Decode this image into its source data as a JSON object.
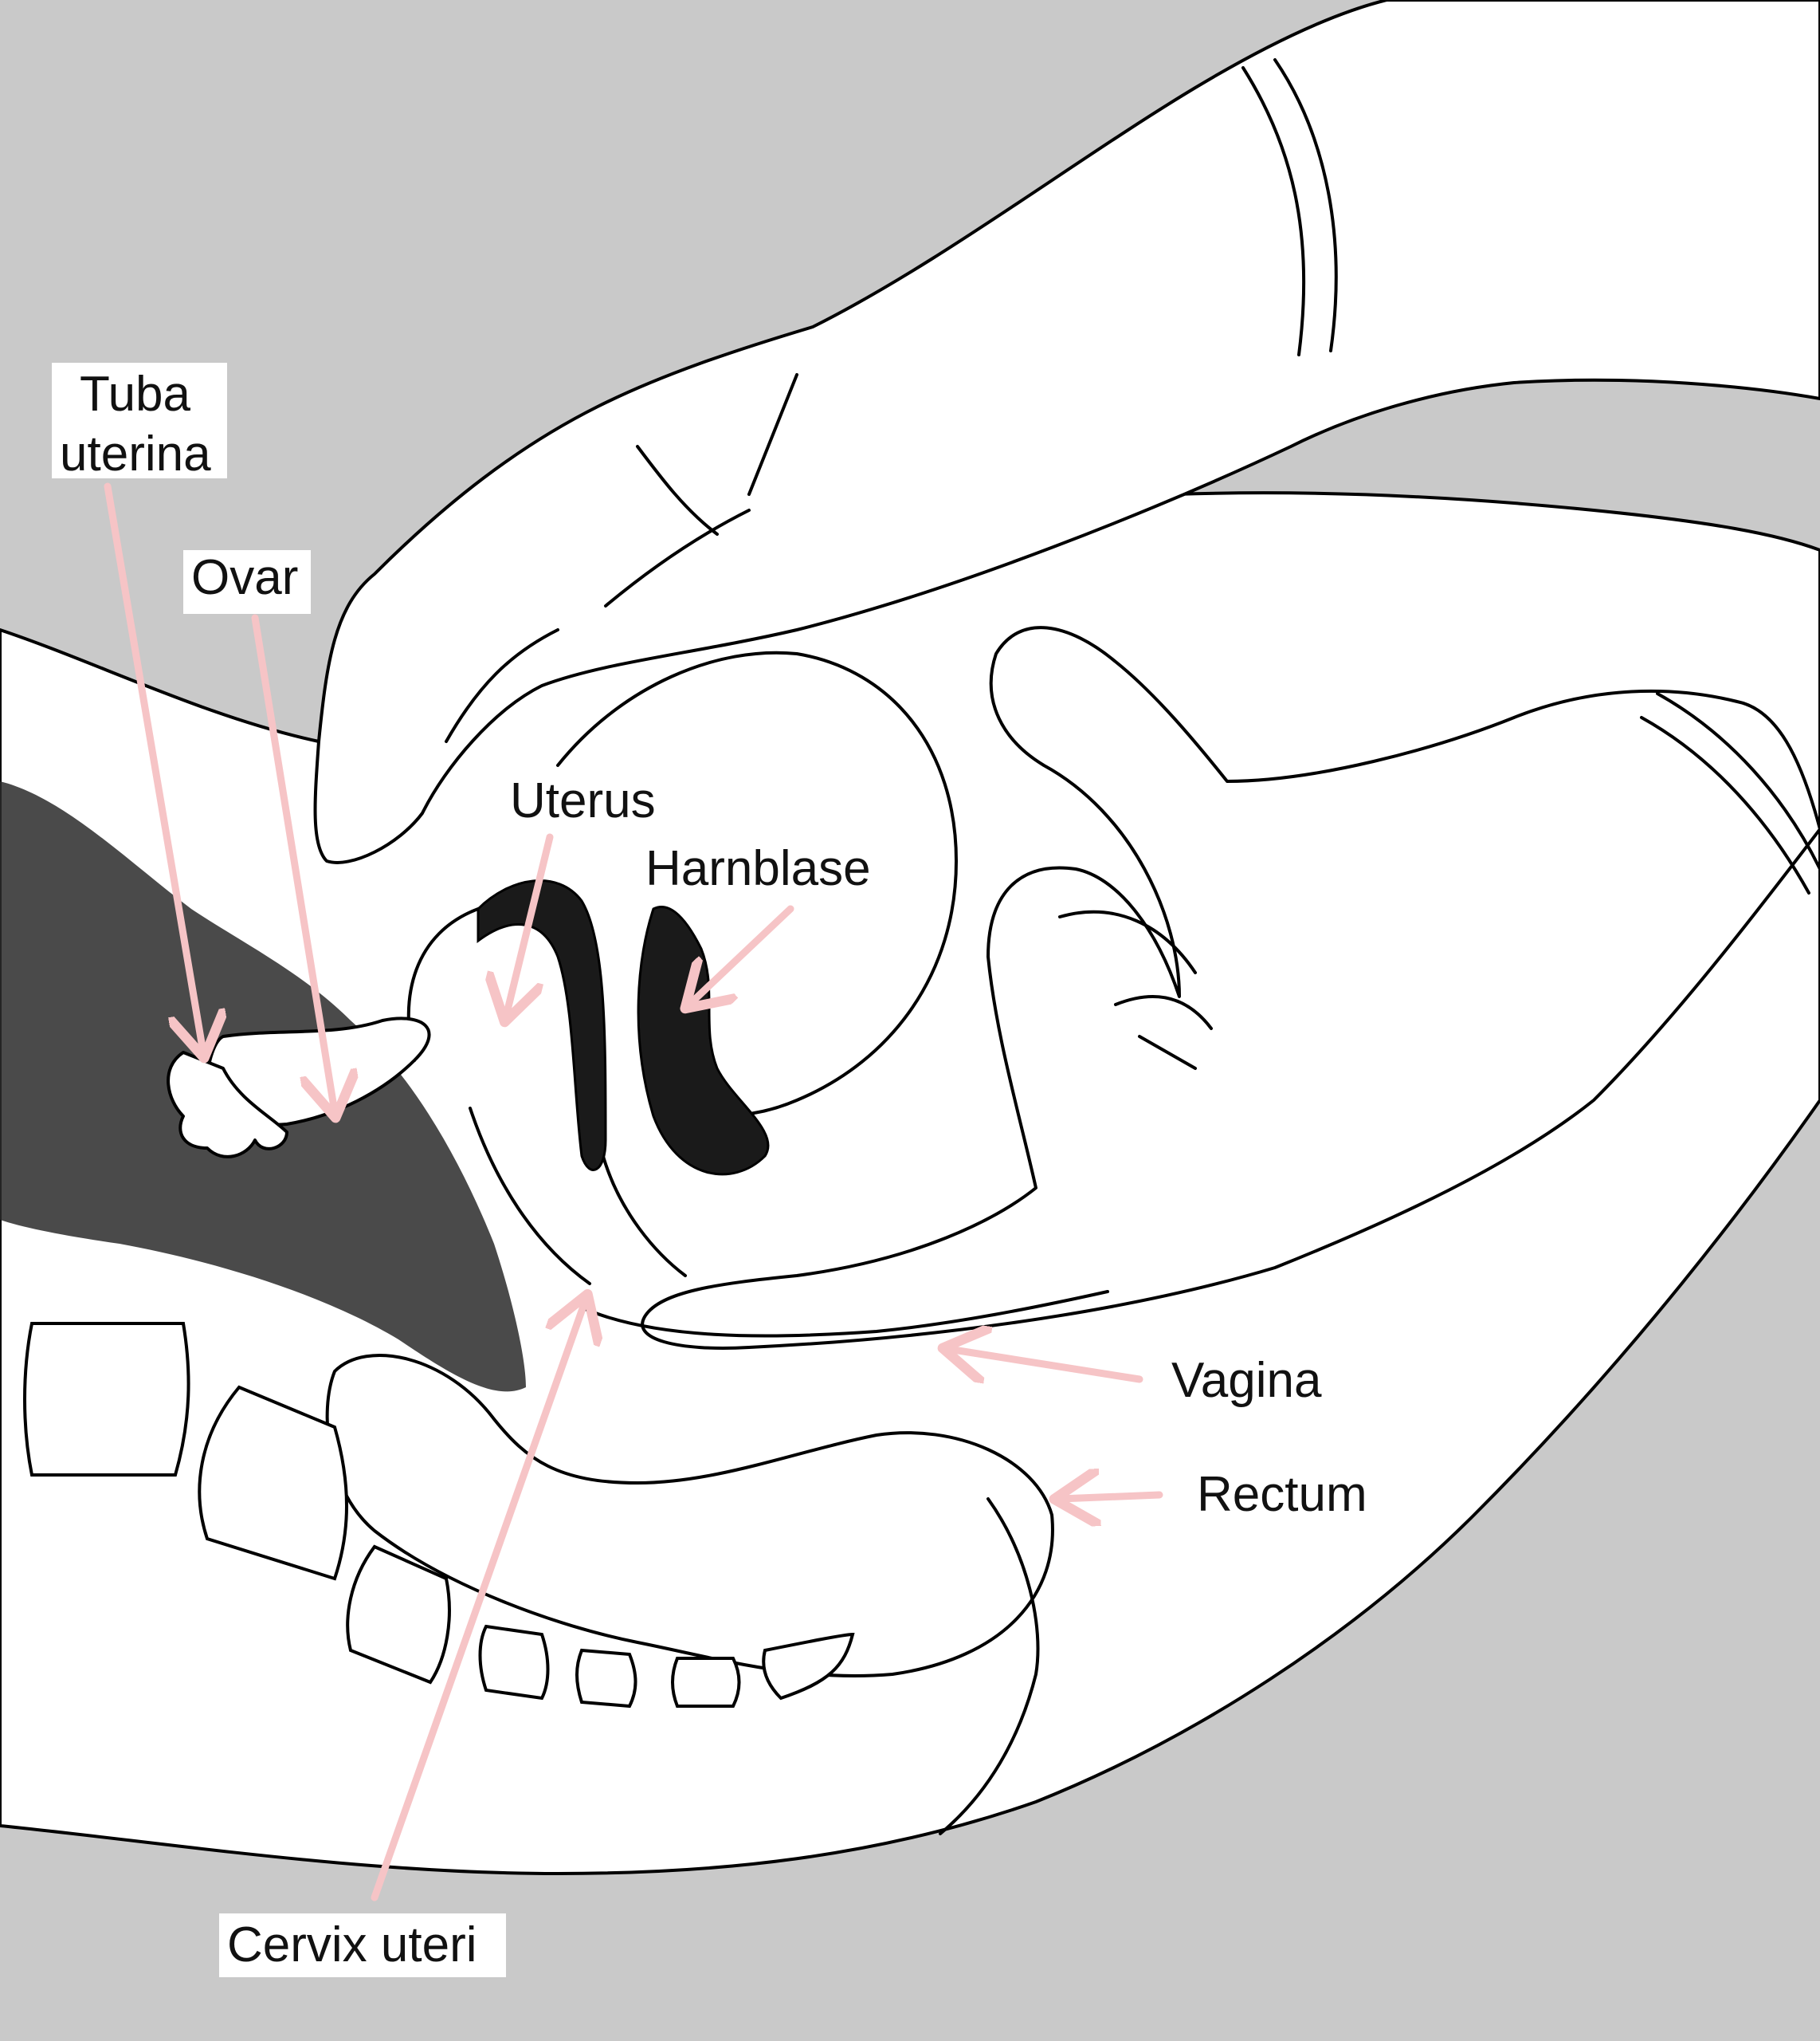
{
  "colors": {
    "background": "#c9c9c9",
    "arrow": "#f6c4c6",
    "ink": "#000000"
  },
  "labels": {
    "tuba_line1": "Tuba",
    "tuba_line2": "uterina",
    "ovar": "Ovar",
    "uterus": "Uterus",
    "harnblase": "Harnblase",
    "vagina": "Vagina",
    "rectum": "Rectum",
    "cervix": "Cervix uteri"
  }
}
